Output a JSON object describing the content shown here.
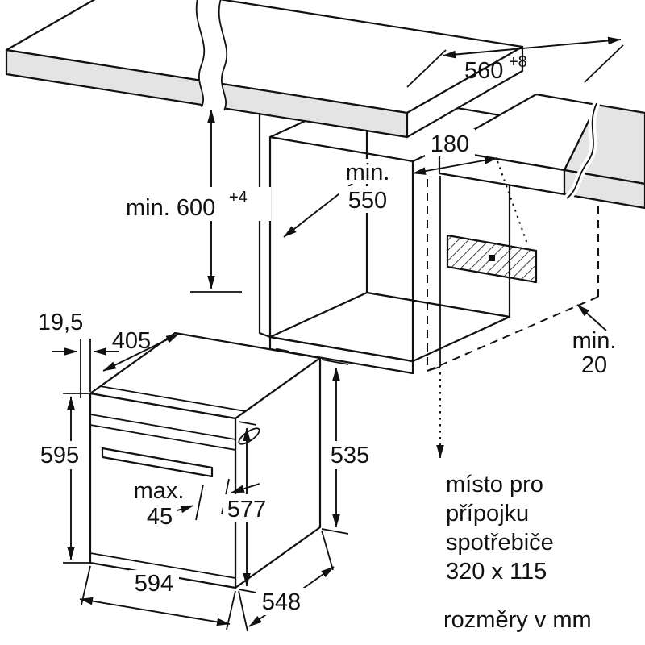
{
  "drawing": {
    "dimensions": {
      "niche_width": {
        "value": "560",
        "tolerance": "+8"
      },
      "connection_offset": {
        "value": "180"
      },
      "niche_depth": {
        "label": "min.",
        "value": "550"
      },
      "niche_height": {
        "label": "min. 600",
        "tolerance": "+4"
      },
      "rear_gap": {
        "label": "min.",
        "value": "20"
      },
      "door_offset": {
        "value": "19,5"
      },
      "top_depth": {
        "value": "405"
      },
      "oven_height": {
        "value": "595"
      },
      "handle_depth": {
        "label": "max.",
        "value": "45"
      },
      "front_height": {
        "value": "577"
      },
      "body_height": {
        "value": "535"
      },
      "oven_width": {
        "value": "594"
      },
      "body_depth": {
        "value": "548"
      }
    },
    "connection_note": {
      "line1": "místo pro",
      "line2": "přípojku",
      "line3": "spotřebiče",
      "line4": "320 x 115"
    },
    "units_note": "rozměry v mm"
  }
}
